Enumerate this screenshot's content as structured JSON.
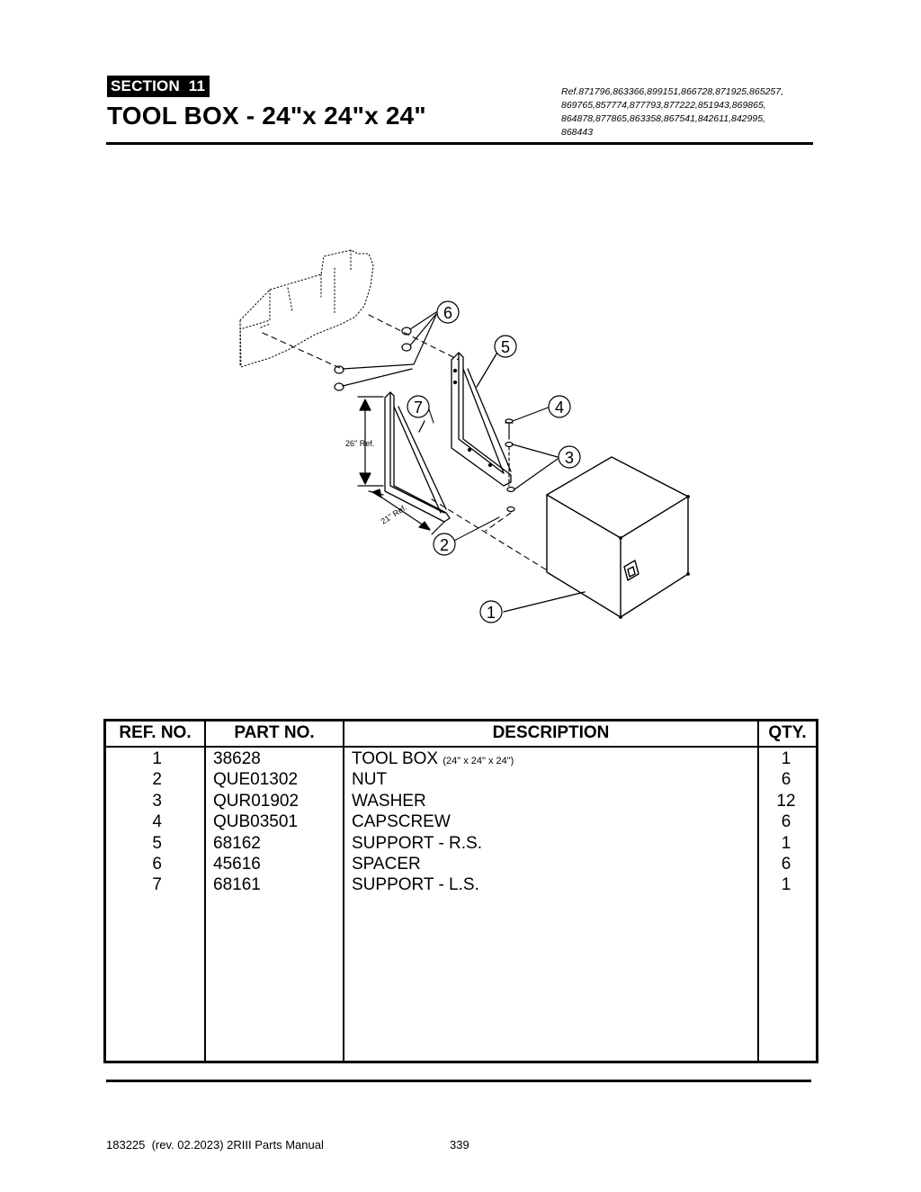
{
  "header": {
    "section_label": "SECTION  11",
    "title": "TOOL BOX - 24\"x 24\"x 24\"",
    "ref_lines": [
      "Ref.871796,863366,899151,866728,871925,865257,",
      "869765,857774,877793,877222,851943,869865,",
      "864878,877865,863358,867541,842611,842995,",
      "868443"
    ]
  },
  "diagram": {
    "callouts": [
      "1",
      "2",
      "3",
      "4",
      "5",
      "6",
      "7"
    ],
    "dimension_26": "26\" Ref.",
    "dimension_21": "21\" Ref."
  },
  "table": {
    "headers": {
      "ref": "REF. NO.",
      "part": "PART NO.",
      "desc": "DESCRIPTION",
      "qty": "QTY."
    },
    "rows": [
      {
        "ref": "1",
        "part": "38628",
        "desc": "TOOL BOX",
        "desc_note": "(24\" x 24\" x 24\")",
        "qty": "1"
      },
      {
        "ref": "2",
        "part": "QUE01302",
        "desc": "NUT",
        "desc_note": "",
        "qty": "6"
      },
      {
        "ref": "3",
        "part": "QUR01902",
        "desc": "WASHER",
        "desc_note": "",
        "qty": "12"
      },
      {
        "ref": "4",
        "part": "QUB03501",
        "desc": "CAPSCREW",
        "desc_note": "",
        "qty": "6"
      },
      {
        "ref": "5",
        "part": "68162",
        "desc": "SUPPORT - R.S.",
        "desc_note": "",
        "qty": "1"
      },
      {
        "ref": "6",
        "part": "45616",
        "desc": "SPACER",
        "desc_note": "",
        "qty": "6"
      },
      {
        "ref": "7",
        "part": "68161",
        "desc": "SUPPORT - L.S.",
        "desc_note": "",
        "qty": "1"
      }
    ]
  },
  "footer": {
    "doc": "183225  (rev. 02.2023) 2RIII Parts Manual",
    "page": "339"
  }
}
